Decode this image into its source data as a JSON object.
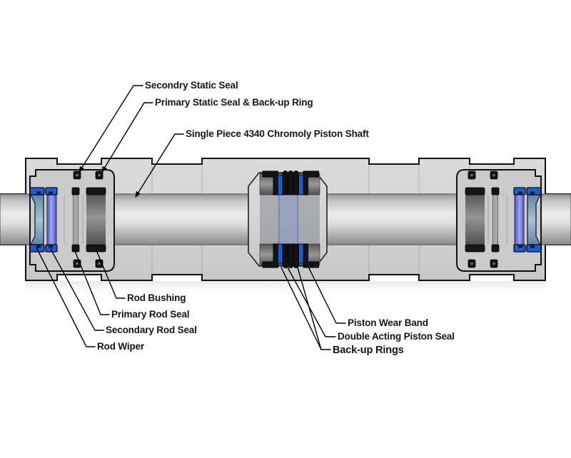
{
  "diagram": {
    "type": "hydraulic-cylinder-cross-section",
    "callouts": {
      "secondary_static_seal": "Secondry Static Seal",
      "primary_static_seal": "Primary Static Seal & Back-up Ring",
      "piston_shaft": "Single Piece 4340 Chromoly Piston Shaft",
      "rod_bushing": "Rod Bushing",
      "primary_rod_seal": "Primary Rod Seal",
      "secondary_rod_seal": "Secondary Rod Seal",
      "rod_wiper": "Rod Wiper",
      "piston_wear_band": "Piston Wear Band",
      "double_acting_piston_seal": "Double Acting Piston Seal",
      "backup_rings": "Back-up Rings"
    },
    "colors": {
      "background": "#ffffff",
      "body_gray": "#d5d5d5",
      "gland_gray": "#cbcbcb",
      "outline": "#111111",
      "seal_blue": "#1d5cd4",
      "seal_violet": "#5560d8",
      "wiper_steel_blue": "#6e93b8",
      "bushing_gray": "#6a6a6a",
      "seal_black": "#141414"
    }
  }
}
